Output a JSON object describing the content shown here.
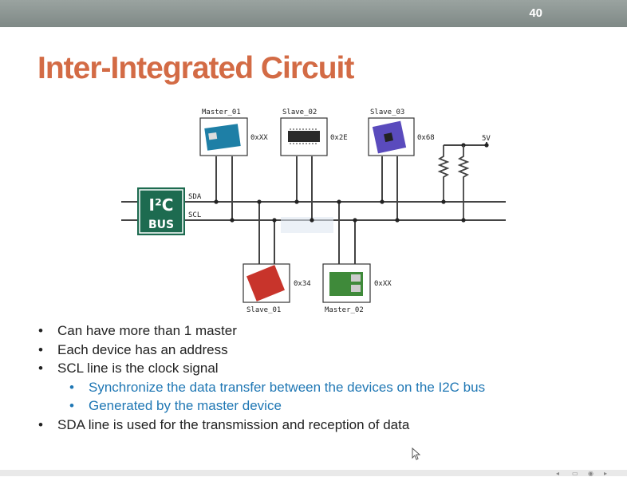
{
  "slide": {
    "number": "40",
    "title": "Inter-Integrated Circuit"
  },
  "diagram": {
    "bus_logo": {
      "line1": "I²C",
      "line2": "BUS"
    },
    "lines": {
      "sda": "SDA",
      "scl": "SCL"
    },
    "supply": "5V",
    "devices_top": [
      {
        "name": "Master_01",
        "address": "0xXX"
      },
      {
        "name": "Slave_02",
        "address": "0x2E"
      },
      {
        "name": "Slave_03",
        "address": "0x68"
      }
    ],
    "devices_bottom": [
      {
        "name": "Slave_01",
        "address": "0x34"
      },
      {
        "name": "Master_02",
        "address": "0xXX"
      }
    ]
  },
  "bullets": [
    "Can have more than 1 master",
    "Each device has an address",
    "SCL line is the clock signal",
    "Synchronize the data transfer between the devices on the I2C bus",
    "Generated by the master device",
    "SDA line is used for the transmission and reception of data"
  ],
  "colors": {
    "title": "#d36b45",
    "sub_bullet": "#1f77b4",
    "logo": "#1d6b50"
  }
}
